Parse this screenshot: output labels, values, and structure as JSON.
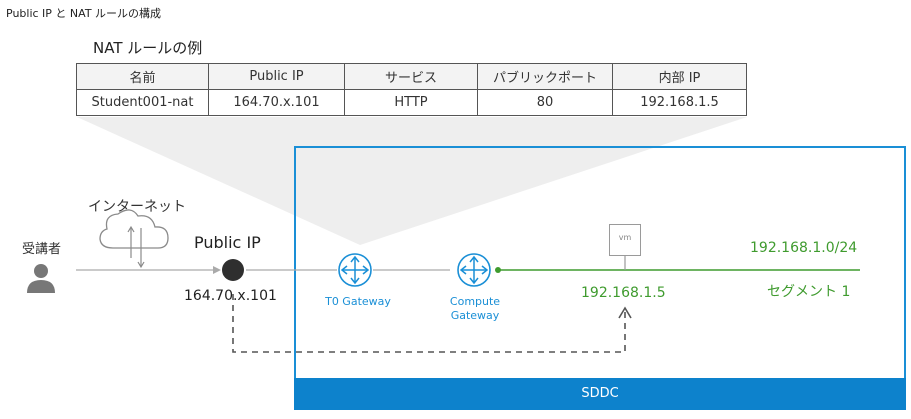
{
  "header": {
    "title": "Public IP と NAT ルールの構成"
  },
  "nat_table": {
    "heading": "NAT ルールの例",
    "columns": [
      "名前",
      "Public IP",
      "サービス",
      "パブリックポート",
      "内部 IP"
    ],
    "rows": [
      [
        "Student001-nat",
        "164.70.x.101",
        "HTTP",
        "80",
        "192.168.1.5"
      ]
    ]
  },
  "diagram": {
    "user_label": "受講者",
    "internet_label": "インターネット",
    "public_ip_label": "Public IP",
    "public_ip_address": "164.70.x.101",
    "t0_gateway_label": "T0 Gateway",
    "compute_gateway_label_line1": "Compute",
    "compute_gateway_label_line2": "Gateway",
    "vm_label": "vm",
    "vm_address": "192.168.1.5",
    "subnet_label": "192.168.1.0/24",
    "segment_label": "セグメント 1",
    "sddc_label": "SDDC"
  },
  "colors": {
    "sddc_blue": "#0d82cc",
    "gateway_blue": "#1a8fd6",
    "segment_green": "#3f9b2e",
    "funnel_gray": "#eeeeee"
  }
}
